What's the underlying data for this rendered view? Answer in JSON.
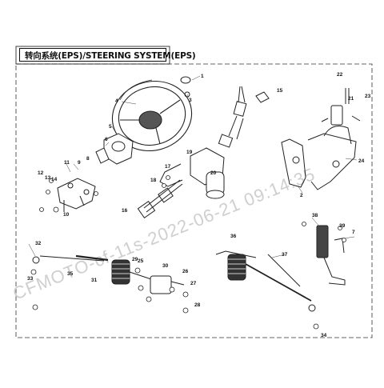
{
  "title": "转向系统(EPS)/STEERING SYSTEM(EPS)",
  "watermark": "CFMOTO-cf-11s-2022-06-21 09:14:35",
  "callouts": [
    "1",
    "2",
    "3",
    "4",
    "5",
    "6",
    "7",
    "8",
    "9",
    "10",
    "11",
    "12",
    "13",
    "14",
    "15",
    "16",
    "17",
    "18",
    "19",
    "20",
    "21",
    "22",
    "23",
    "24",
    "25",
    "26",
    "27",
    "28",
    "29",
    "30",
    "31",
    "32",
    "33",
    "34",
    "35",
    "36",
    "37",
    "38",
    "39"
  ],
  "colors": {
    "line": "#222222",
    "watermark": "#c8c8c8",
    "frame": "#111111"
  }
}
